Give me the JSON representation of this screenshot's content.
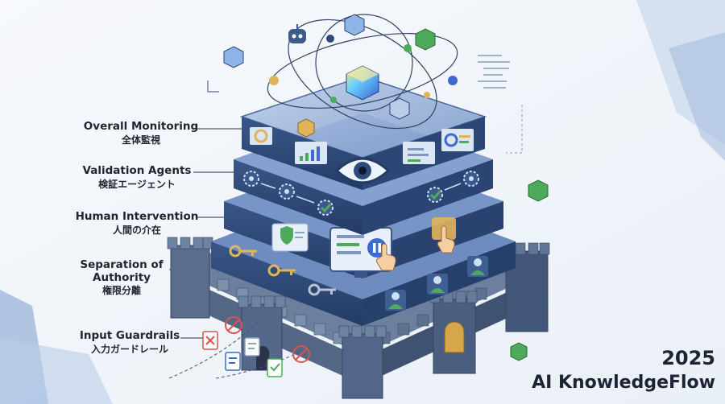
{
  "labels": {
    "monitoring": {
      "en": "Overall Monitoring",
      "ja": "全体監視"
    },
    "validation": {
      "en": "Validation Agents",
      "ja": "検証エージェント"
    },
    "human": {
      "en": "Human Intervention",
      "ja": "人間の介在"
    },
    "separation": {
      "en_line1": "Separation of",
      "en_line2": "Authority",
      "ja": "権限分離"
    },
    "input": {
      "en": "Input Guardrails",
      "ja": "入力ガードレール"
    }
  },
  "brand": {
    "year": "2025",
    "name": "AI KnowledgeFlow"
  },
  "colors": {
    "background": "#f3f6fa",
    "layer_top": "#5f7fb8",
    "layer_side": "#2f4a7c",
    "castle_stone": "#5b6f8c",
    "accent_green": "#4caa5a",
    "accent_gold": "#d7a54a",
    "alert_red": "#d9534f",
    "text": "#1f2430"
  },
  "icons": [
    "eye-icon",
    "gear-icon",
    "shield-icon",
    "key-icon",
    "pause-icon",
    "hand-pointer-icon",
    "cube-icon",
    "robot-icon",
    "document-icon",
    "check-icon",
    "cross-icon",
    "user-icon"
  ]
}
